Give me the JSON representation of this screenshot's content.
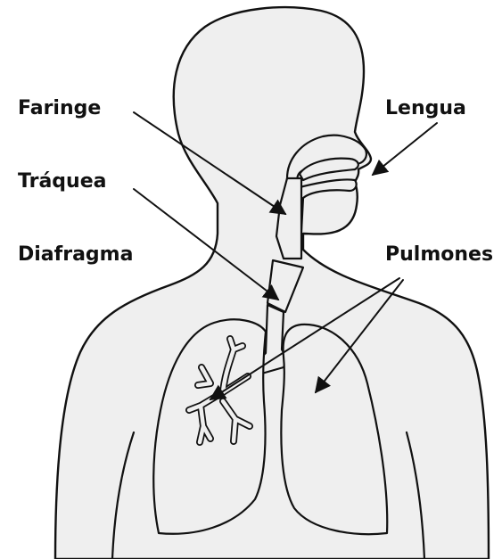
{
  "labels": {
    "faringe": "Faringe",
    "traquea": "Tráquea",
    "diafragma": "Diafragma",
    "lengua": "Lengua",
    "pulmones": "Pulmones"
  },
  "colors": {
    "fill": "#efefef",
    "stroke": "#111111",
    "background": "#ffffff"
  }
}
